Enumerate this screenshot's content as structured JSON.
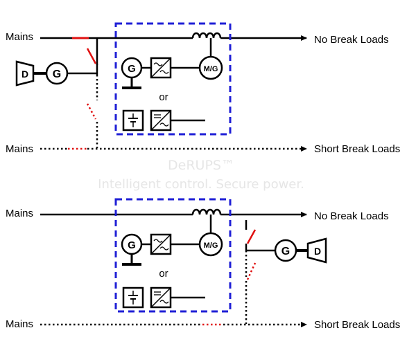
{
  "watermark": {
    "title": "DeRUPS™",
    "tagline": "Intelligent control. Secure power."
  },
  "colors": {
    "box_border": "#1f1fd6",
    "switch_red": "#e01010",
    "line": "#000000",
    "watermark": "#e6e6e6"
  },
  "icons": [
    "diesel-engine-icon",
    "generator-icon",
    "rectifier-icon",
    "inverter-icon",
    "battery-icon",
    "motor-generator-icon",
    "choke-coil-icon",
    "arrow-icon"
  ],
  "panels": [
    {
      "mains_top": "Mains",
      "mains_bottom": "Mains",
      "no_break_loads": "No Break Loads",
      "short_break_loads": "Short Break Loads",
      "or_label": "or",
      "diesel_label": "D",
      "generator_label": "G",
      "flywheel_generator_label": "G",
      "mg_label": "M/G"
    },
    {
      "mains_top": "Mains",
      "mains_bottom": "Mains",
      "no_break_loads": "No Break Loads",
      "short_break_loads": "Short Break Loads",
      "or_label": "or",
      "diesel_label": "D",
      "generator_label": "G",
      "flywheel_generator_label": "G",
      "mg_label": "M/G"
    }
  ]
}
